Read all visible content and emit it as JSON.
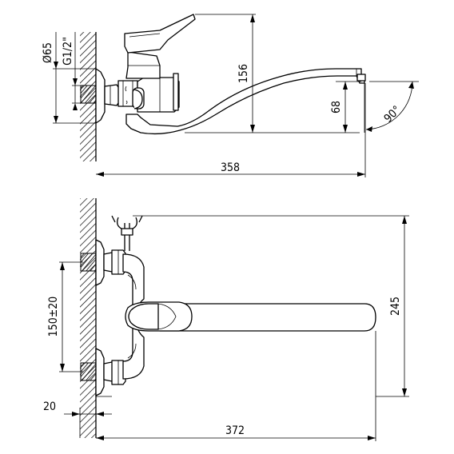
{
  "dimensions": {
    "d65": "Ø65",
    "g12": "G1/2\"",
    "h156": "156",
    "h68": "68",
    "ang90": "90°",
    "w358": "358",
    "h245": "245",
    "c150": "150±20",
    "w20": "20",
    "w372": "372"
  },
  "colors": {
    "line": "#000000",
    "background": "#ffffff"
  }
}
